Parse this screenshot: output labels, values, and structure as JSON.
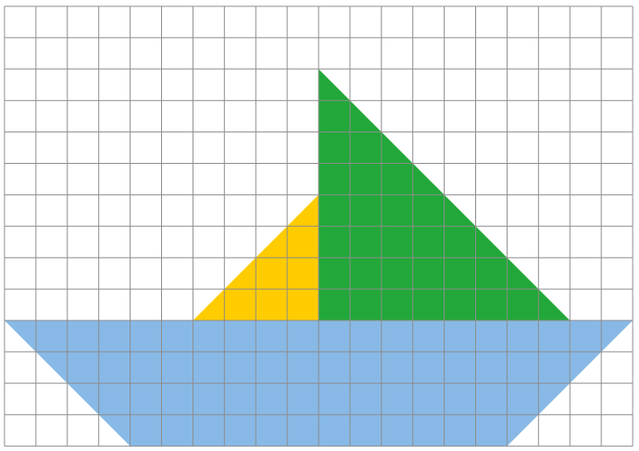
{
  "grid": {
    "columns": 20,
    "rows": 14,
    "line_color": "#8c8c8c"
  },
  "shapes": [
    {
      "name": "hull",
      "color": "#88b9e6",
      "points": [
        [
          0,
          10
        ],
        [
          20,
          10
        ],
        [
          16,
          14
        ],
        [
          4,
          14
        ]
      ]
    },
    {
      "name": "small-sail",
      "color": "#ffcc00",
      "points": [
        [
          6,
          10
        ],
        [
          10,
          6
        ],
        [
          10,
          10
        ]
      ]
    },
    {
      "name": "large-sail",
      "color": "#22a83a",
      "points": [
        [
          10,
          2
        ],
        [
          18,
          10
        ],
        [
          10,
          10
        ]
      ]
    }
  ]
}
